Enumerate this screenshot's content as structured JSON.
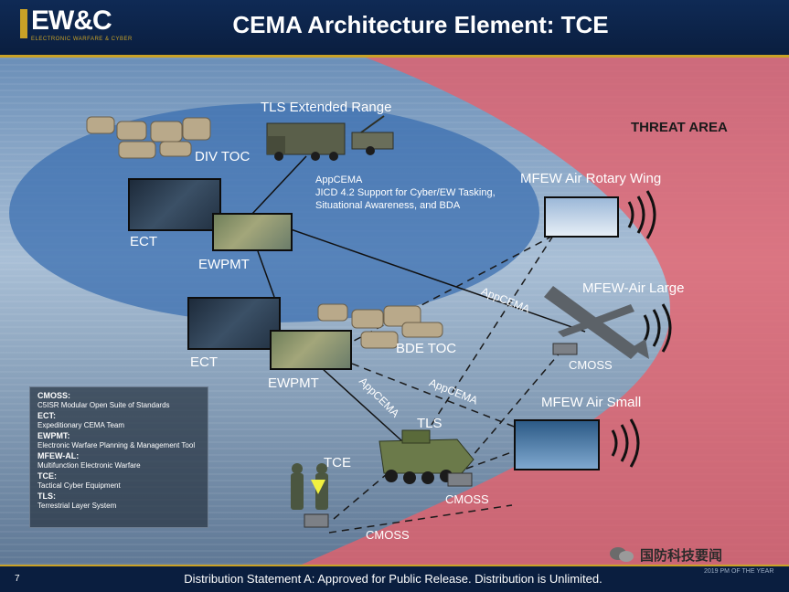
{
  "header": {
    "logo_text": "EW&C",
    "logo_subtitle": "ELECTRONIC WARFARE  &  CYBER",
    "title": "CEMA Architecture Element: TCE"
  },
  "diagram": {
    "threat_area": "THREAT AREA",
    "tls_extended_range": "TLS Extended Range",
    "div_toc": "DIV TOC",
    "appcema_note": [
      "AppCEMA",
      "JICD 4.2 Support for Cyber/EW Tasking,",
      "Situational Awareness, and BDA"
    ],
    "ect_top": "ECT",
    "ewpmt_top": "EWPMT",
    "ect_bottom": "ECT",
    "ewpmt_bottom": "EWPMT",
    "bde_toc": "BDE TOC",
    "mfew_rotary": "MFEW Air Rotary Wing",
    "mfew_large": "MFEW-Air Large",
    "mfew_small": "MFEW Air Small",
    "cmoss_large": "CMOSS",
    "cmoss_tls": "CMOSS",
    "cmoss_tce": "CMOSS",
    "tls": "TLS",
    "tce": "TCE",
    "appcema_link1": "AppCEMA",
    "appcema_link2": "AppCEMA",
    "appcema_link3": "AppCEMA"
  },
  "legend": [
    {
      "term": "CMOSS:",
      "definition": "C5ISR Modular Open Suite of Standards"
    },
    {
      "term": "ECT:",
      "definition": "Expeditionary CEMA Team"
    },
    {
      "term": "EWPMT:",
      "definition": "Electronic Warfare Planning & Management Tool"
    },
    {
      "term": "MFEW-AL:",
      "definition": "Multifunction Electronic Warfare"
    },
    {
      "term": "TCE:",
      "definition": "Tactical Cyber Equipment"
    },
    {
      "term": "TLS:",
      "definition": "Terrestrial Layer System"
    }
  ],
  "footer": {
    "page_number": "7",
    "distribution": "Distribution Statement A: Approved for Public Release. Distribution is Unlimited.",
    "pm_year": "2019 PM OF THE YEAR"
  },
  "watermark": {
    "text": "国防科技要闻"
  },
  "colors": {
    "threat_red": "#e8606a",
    "friendly_blue": "#3b6fb0",
    "header_navy": "#0f2a55",
    "accent_gold": "#c9a227"
  }
}
